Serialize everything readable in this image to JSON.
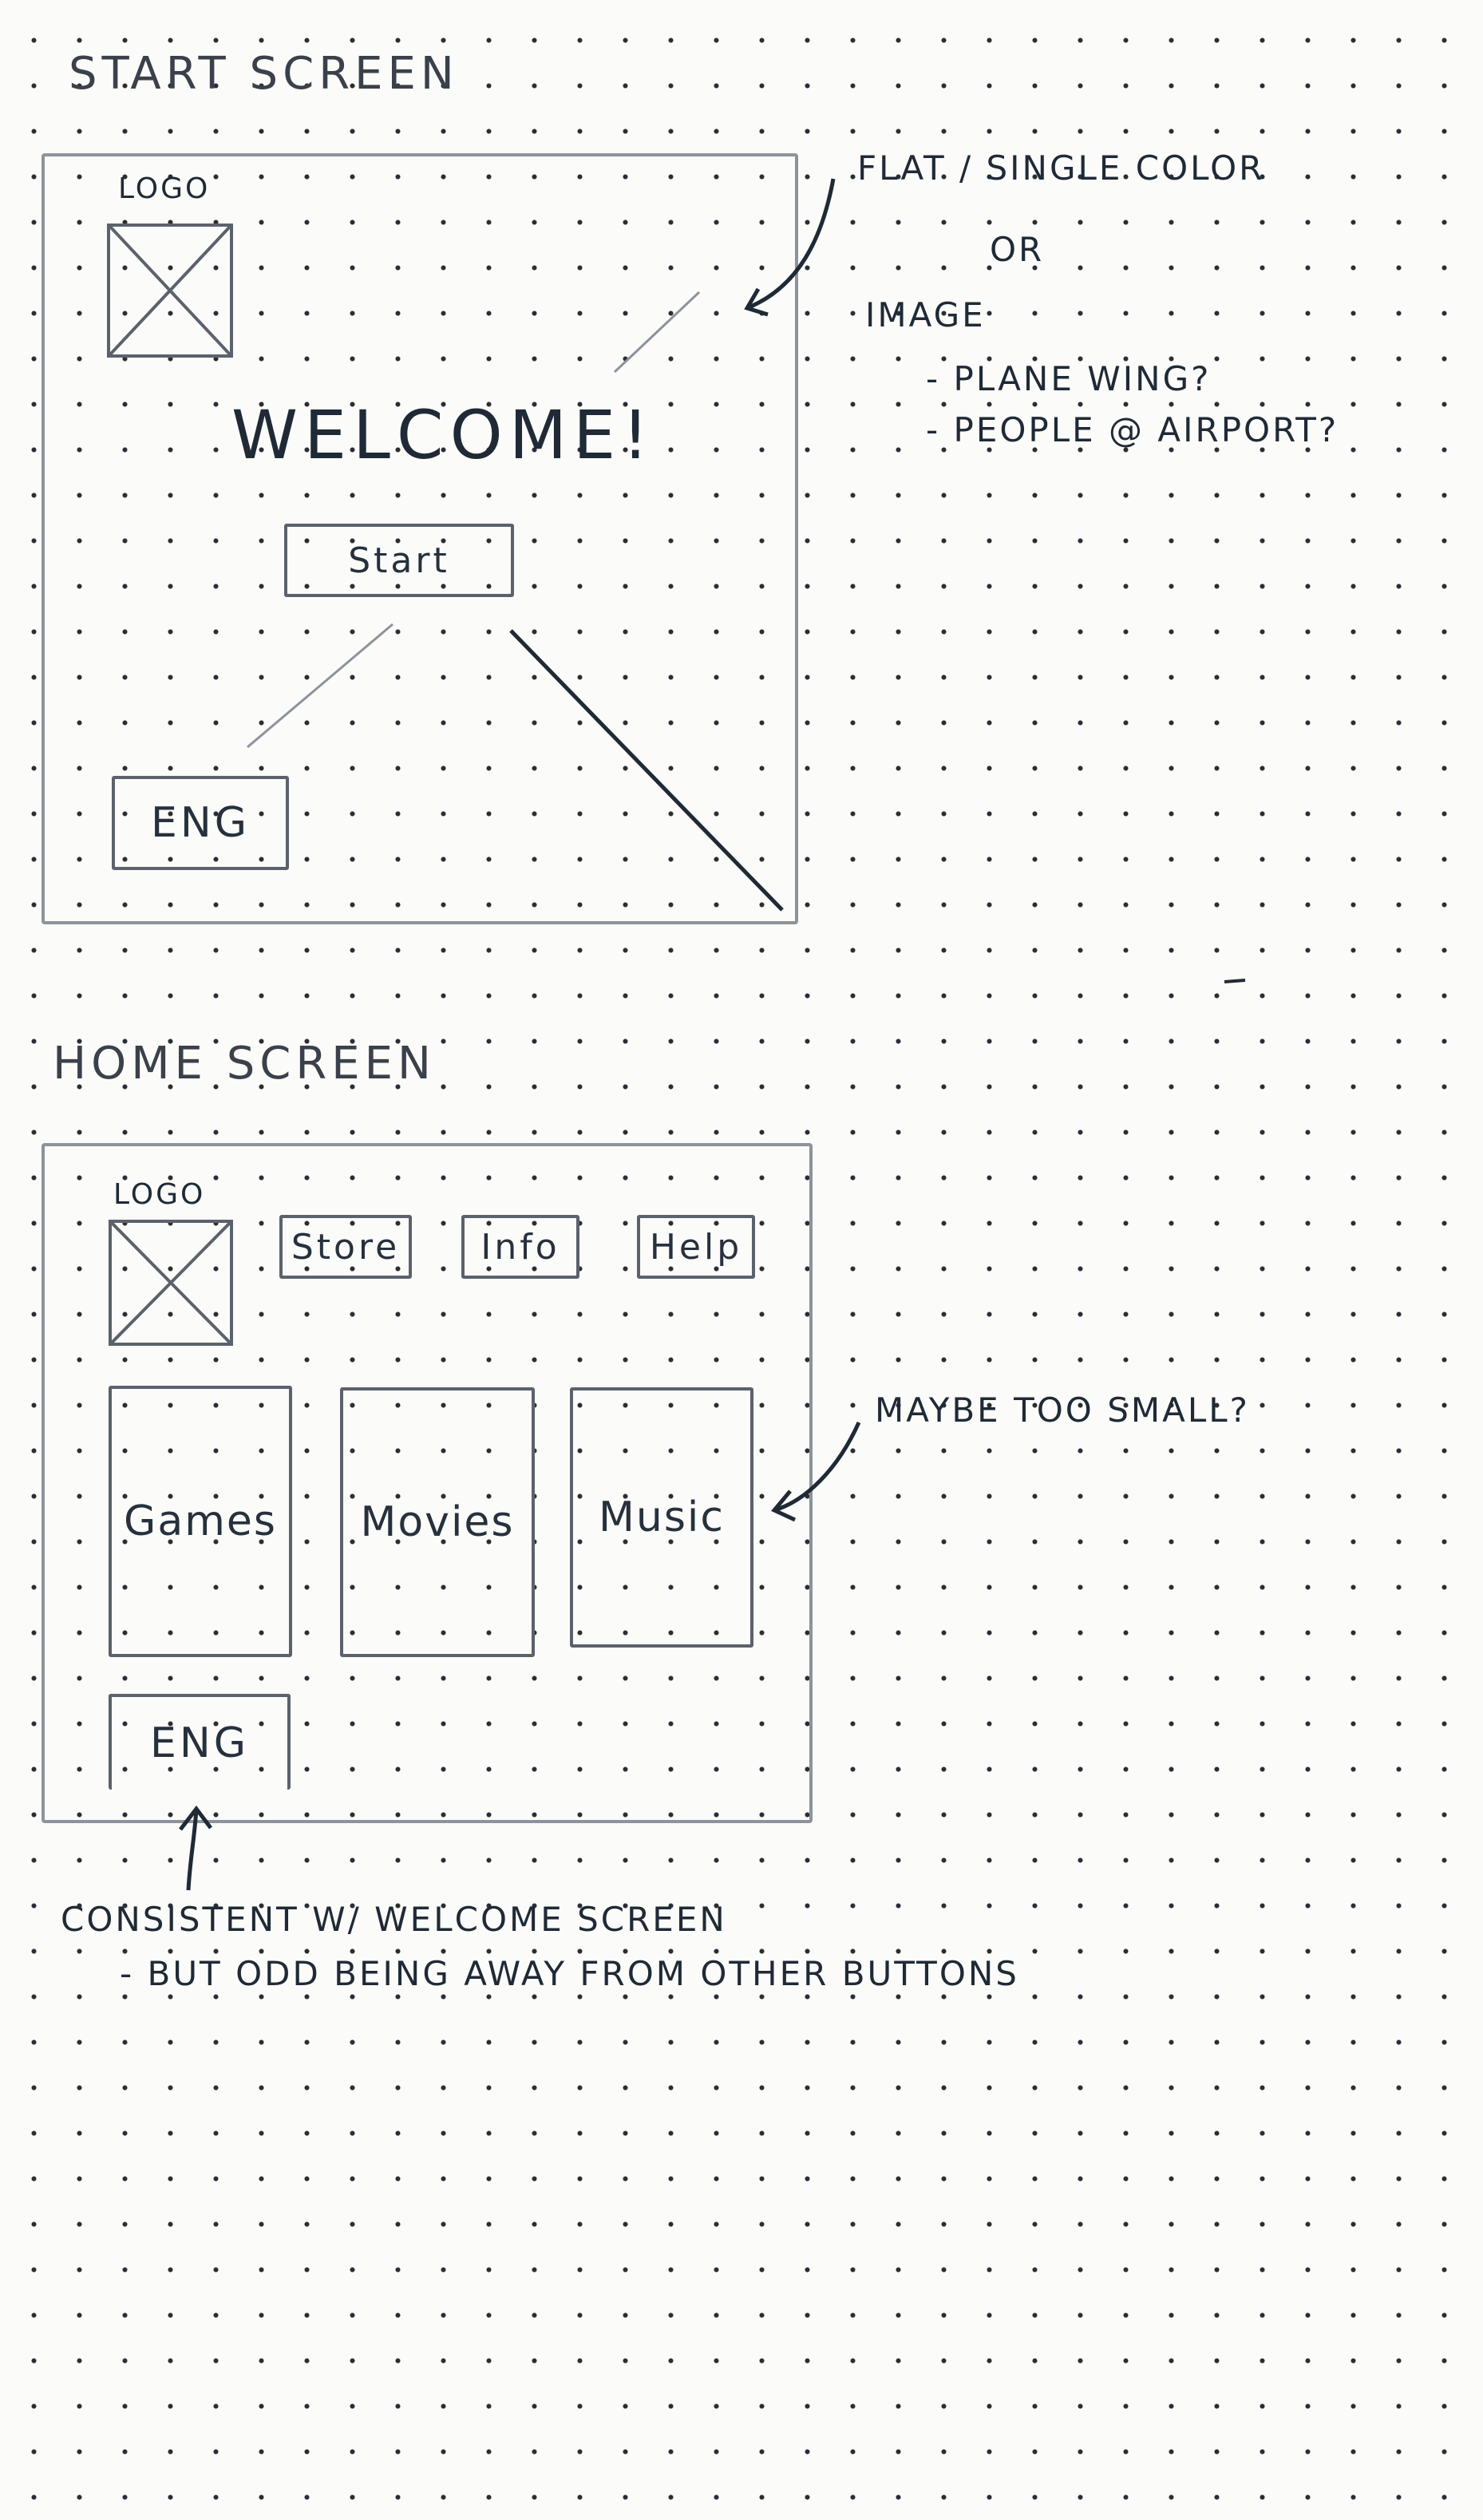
{
  "start_screen": {
    "heading": "Start Screen",
    "logo_label": "Logo",
    "welcome": "Welcome!",
    "start_button": "Start",
    "lang_button": "ENG"
  },
  "start_notes": {
    "line1": "Flat / single color",
    "line2": "or",
    "line3": "image",
    "line4": "- plane wing?",
    "line5": "- people @ airport?"
  },
  "home_screen": {
    "heading": "Home Screen",
    "logo_label": "Logo",
    "nav": [
      "Store",
      "Info",
      "Help"
    ],
    "tiles": [
      "Games",
      "Movies",
      "Music"
    ],
    "lang_button": "ENG"
  },
  "home_notes": {
    "maybe_small": "Maybe too small?",
    "consistent": "Consistent w/ welcome screen",
    "odd": "- but odd being away from other buttons"
  },
  "colors": {
    "ink": "#1f2a36",
    "pencil": "#8d939b",
    "paper": "#fbfbf9"
  }
}
